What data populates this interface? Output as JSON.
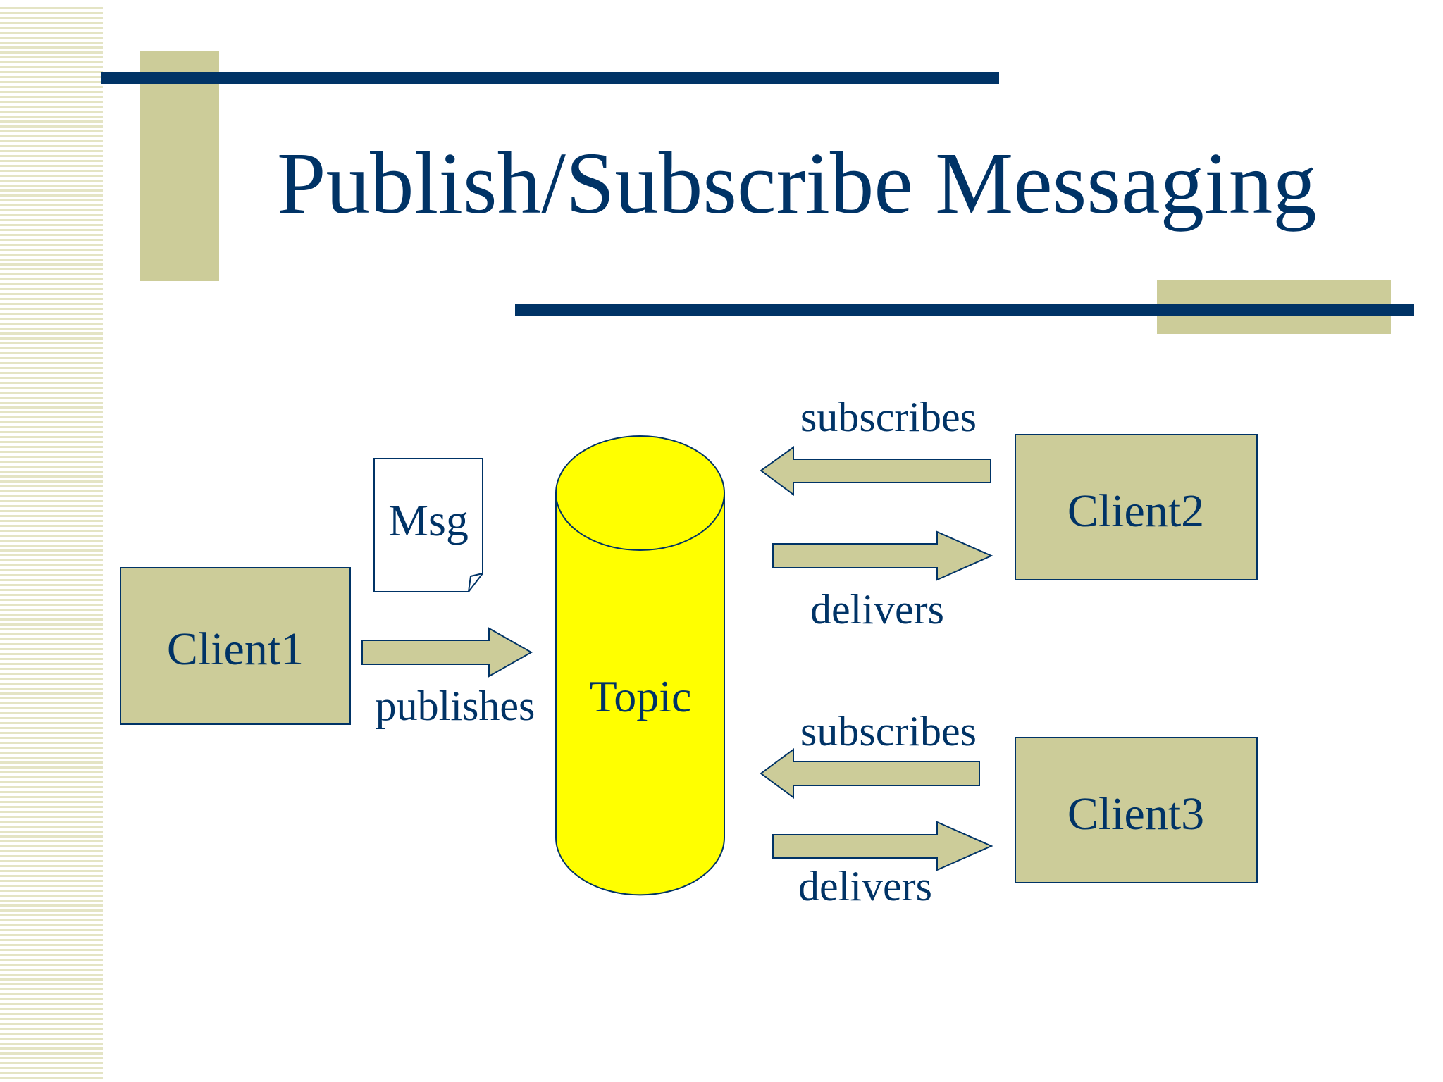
{
  "slide": {
    "title": "Publish/Subscribe Messaging"
  },
  "diagram": {
    "nodes": {
      "client1": "Client1",
      "client2": "Client2",
      "client3": "Client3",
      "topic": "Topic",
      "message": "Msg"
    },
    "edges": {
      "publishes": "publishes",
      "subscribes_client2": "subscribes",
      "delivers_client2": "delivers",
      "subscribes_client3": "subscribes",
      "delivers_client3": "delivers"
    }
  },
  "colors": {
    "navy": "#003366",
    "khaki": "#cccc99",
    "topic_yellow": "#ffff00",
    "stripe": "#e4e4c4"
  }
}
